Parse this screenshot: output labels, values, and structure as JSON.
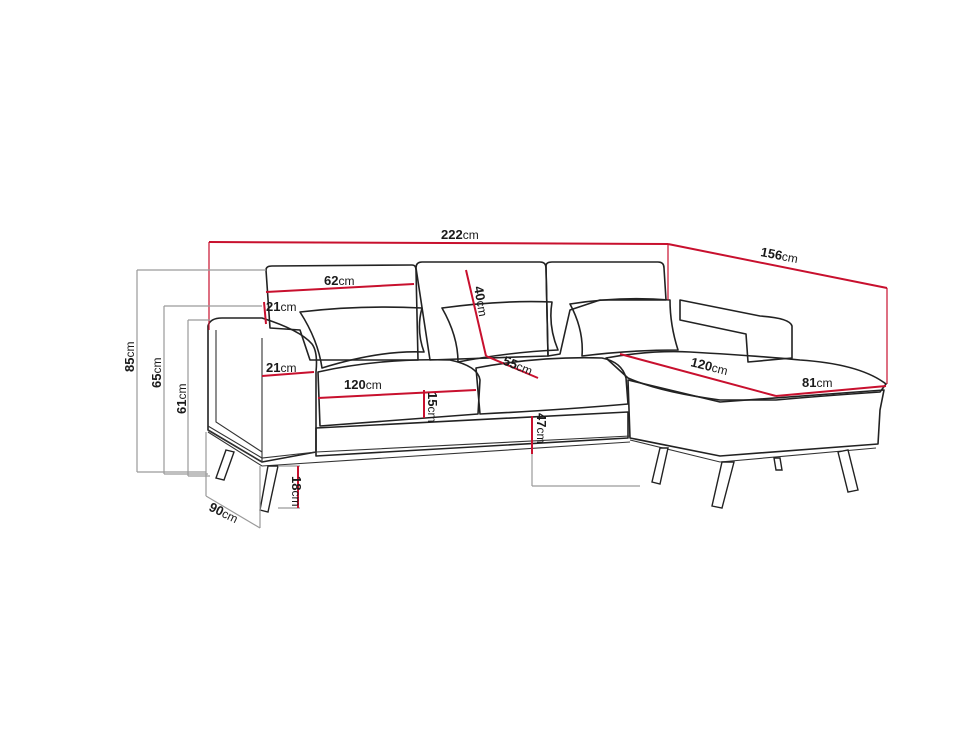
{
  "unit": "cm",
  "colors": {
    "dimension_line": "#c8102e",
    "guide_line": "#9a9a9a",
    "outline": "#222222"
  },
  "dimensions": {
    "total_width": "222",
    "chaise_length": "156",
    "backrest_width": "62",
    "back_cushion_top": "21",
    "back_height": "40",
    "armrest_width": "21",
    "seat_width": "120",
    "seat_depth": "55",
    "seat_thickness": "15",
    "seat_height": "47",
    "chaise_seat_length": "120",
    "chaise_width": "81",
    "total_height": "85",
    "armrest_height": "65",
    "seat_side_height": "61",
    "leg_height": "18",
    "total_depth": "90"
  }
}
